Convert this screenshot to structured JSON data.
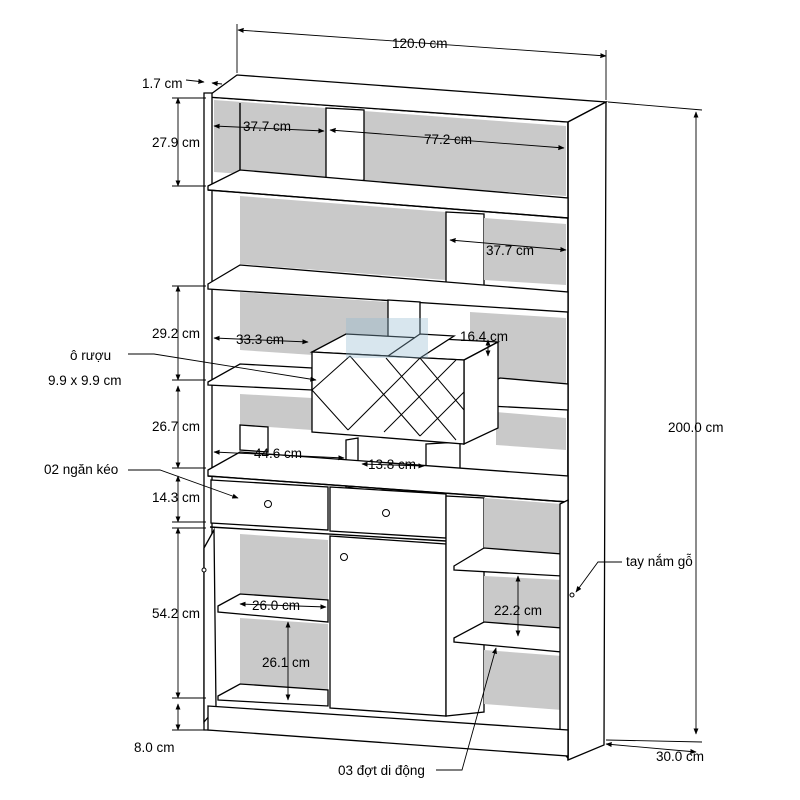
{
  "dimensions": {
    "total_width": "120.0 cm",
    "panel_thickness": "1.7 cm",
    "top_shelf_height": "27.9 cm",
    "top_left_width": "37.7 cm",
    "top_right_width": "77.2 cm",
    "second_right_width": "37.7 cm",
    "middle_shelf_height": "29.2 cm",
    "middle_left_width": "33.3 cm",
    "wine_rack_depth": "16.4 cm",
    "lower_shelf_height": "26.7 cm",
    "lower_left_width": "44.6 cm",
    "small_compartment_width": "13.8 cm",
    "drawer_height": "14.3 cm",
    "cabinet_height": "54.2 cm",
    "cabinet_shelf_width": "26.0 cm",
    "cabinet_lower_height": "26.1 cm",
    "right_shelf_height": "22.2 cm",
    "plinth_height": "8.0 cm",
    "total_height": "200.0 cm",
    "depth": "30.0 cm"
  },
  "callouts": {
    "wine_cell": "ô rượu",
    "wine_cell_size": "9.9 x 9.9 cm",
    "drawers": "02 ngăn kéo",
    "handle": "tay nắm gỗ",
    "adjustable_shelves": "03 đợt di động"
  }
}
